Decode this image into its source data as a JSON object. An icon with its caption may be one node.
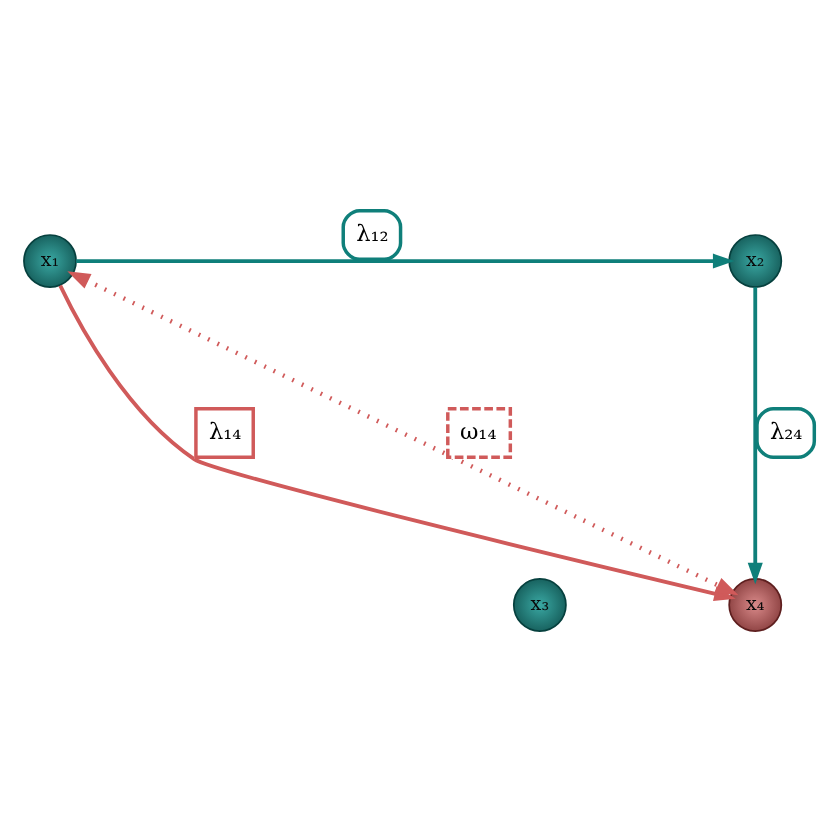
{
  "diagram": {
    "nodes": [
      {
        "text": [
          "x₁"
        ]
      },
      {
        "text": [
          "x₂"
        ]
      },
      {
        "text": [
          "x₃"
        ]
      },
      {
        "text": [
          "x₄"
        ]
      }
    ],
    "edges": [
      {
        "from": 0,
        "to": 1,
        "arrow": "to",
        "label": "λ₁₂",
        "color": "#0f7f7a"
      },
      {
        "from": 1,
        "to": 3,
        "arrow": "to",
        "label": "λ₂₄",
        "color": "#0f7f7a"
      },
      {
        "from": 0,
        "to": 3,
        "arrow": "to",
        "label": "λ₁₄",
        "color": "#d05a5a"
      },
      {
        "from": 0,
        "to": 3,
        "arrow": "both",
        "label": "ω₁₄",
        "style": "dashed",
        "color": "#d05a5a"
      }
    ]
  }
}
